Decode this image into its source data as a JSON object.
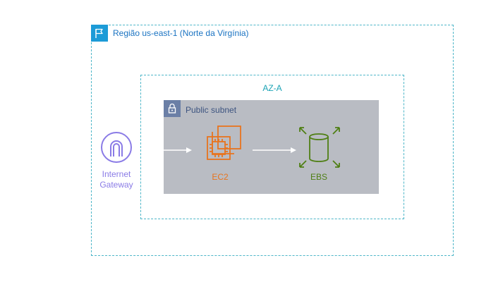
{
  "region": {
    "label": "Região us-east-1 (Norte da Virgínia)",
    "icon": "flag-icon",
    "color": "#1c9bd7"
  },
  "availability_zone": {
    "label": "AZ-A",
    "color": "#1ba3b5"
  },
  "subnet": {
    "label": "Public subnet",
    "icon": "lock-icon",
    "fill": "#b9bcc3"
  },
  "nodes": {
    "igw": {
      "label_line1": "Internet",
      "label_line2": "Gateway",
      "icon": "internet-gateway-icon",
      "color": "#8a7be6"
    },
    "ec2": {
      "label": "EC2",
      "icon": "ec2-chip-icon",
      "color": "#e8741f"
    },
    "ebs": {
      "label": "EBS",
      "icon": "ebs-volume-icon",
      "color": "#4f7f14"
    }
  }
}
